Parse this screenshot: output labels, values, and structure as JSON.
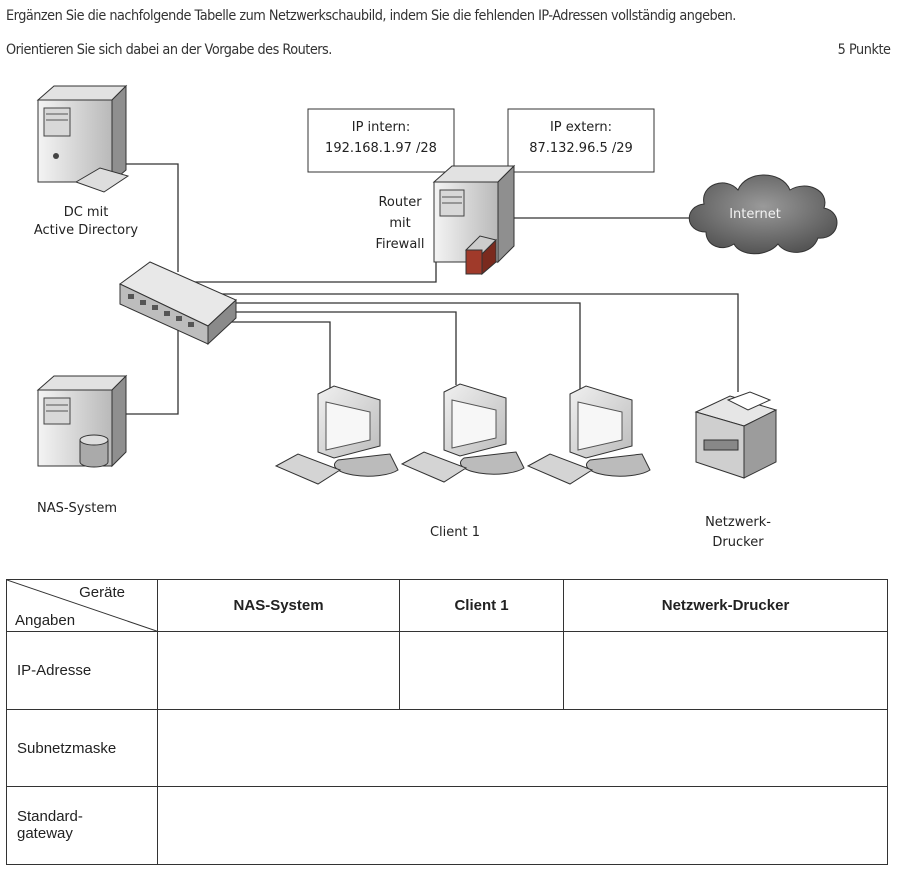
{
  "instructions": {
    "line1": "Ergänzen Sie die nachfolgende Tabelle zum Netzwerkschaubild, indem Sie die fehlenden IP-Adressen vollständig angeben.",
    "line2": "Orientieren Sie sich dabei an der Vorgabe des Routers.",
    "points": "5 Punkte"
  },
  "diagram": {
    "ip_intern_label": "IP intern:",
    "ip_intern_value": "192.168.1.97 /28",
    "ip_extern_label": "IP extern:",
    "ip_extern_value": "87.132.96.5 /29",
    "router_label_1": "Router",
    "router_label_2": "mit",
    "router_label_3": "Firewall",
    "dc_label_1": "DC mit",
    "dc_label_2": "Active Directory",
    "internet_label": "Internet",
    "nas_label": "NAS-System",
    "client_label": "Client 1",
    "printer_label_1": "Netzwerk-",
    "printer_label_2": "Drucker"
  },
  "table": {
    "corner_top": "Geräte",
    "corner_bottom": "Angaben",
    "columns": [
      "NAS-System",
      "Client 1",
      "Netzwerk-Drucker"
    ],
    "rows": {
      "ip": "IP-Adresse",
      "subnet": "Subnetzmaske",
      "gateway_1": "Standard-",
      "gateway_2": "gateway"
    }
  }
}
